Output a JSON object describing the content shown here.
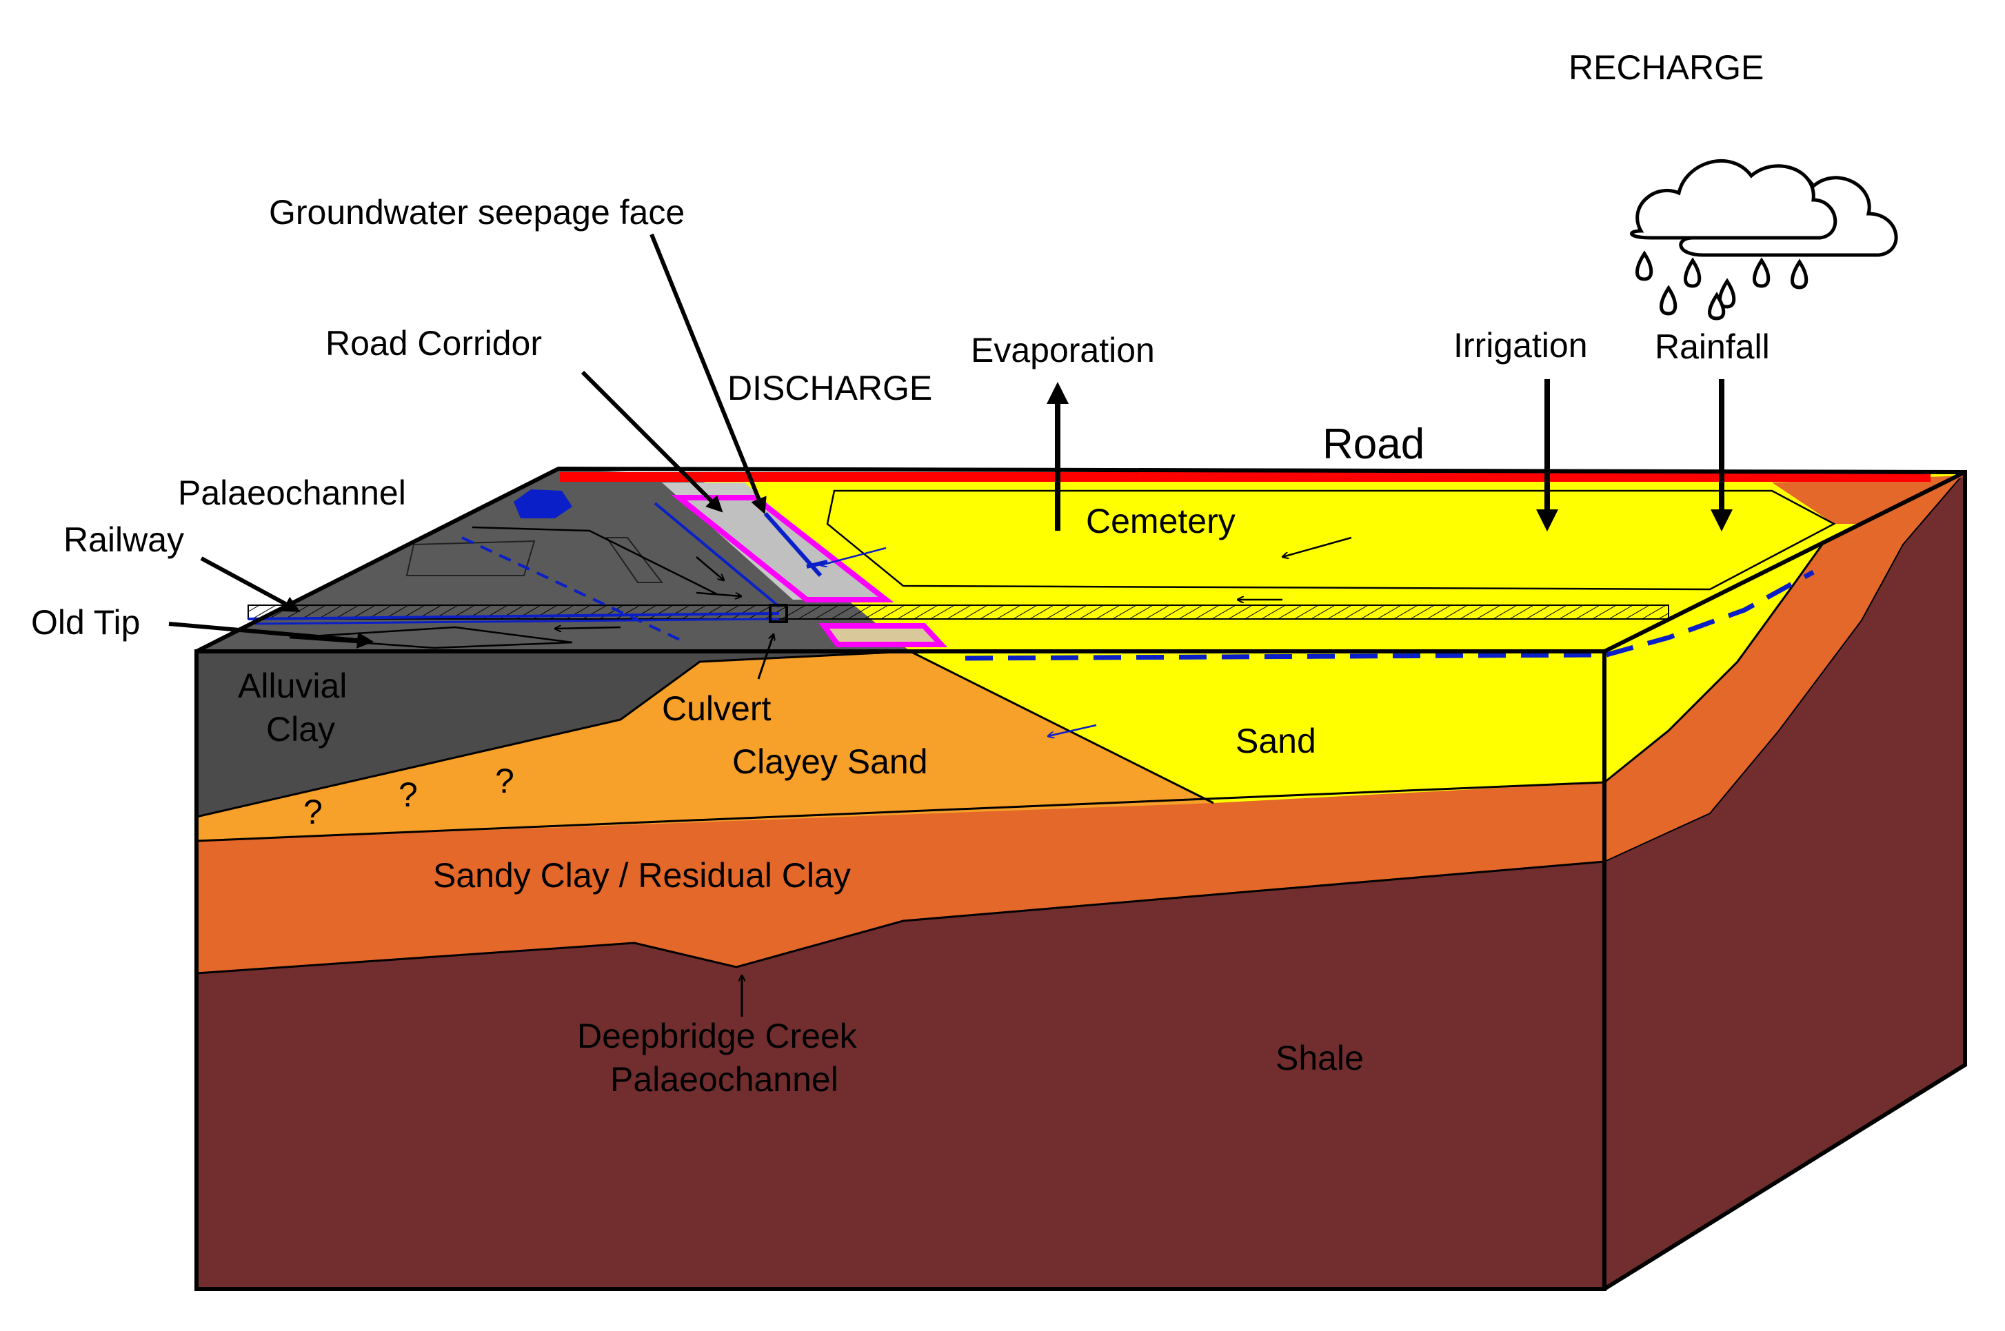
{
  "labels": {
    "recharge": "RECHARGE",
    "discharge": "DISCHARGE",
    "seepage_face": "Groundwater seepage face",
    "road_corridor": "Road Corridor",
    "evaporation": "Evaporation",
    "irrigation": "Irrigation",
    "rainfall": "Rainfall",
    "road": "Road",
    "palaeochannel": "Palaeochannel",
    "railway": "Railway",
    "old_tip": "Old Tip",
    "cemetery": "Cemetery",
    "alluvial_clay_line1": "Alluvial",
    "alluvial_clay_line2": "Clay",
    "culvert": "Culvert",
    "clayey_sand": "Clayey Sand",
    "sand": "Sand",
    "sandy_clay": "Sandy Clay / Residual Clay",
    "deepbridge_line1": "Deepbridge Creek",
    "deepbridge_line2": "Palaeochannel",
    "shale": "Shale",
    "unknown_marker": "?"
  },
  "colors": {
    "shale": "#722e2e",
    "sandy_clay": "#e5682b",
    "clayey_sand": "#f7a02a",
    "sand": "#ffff00",
    "alluvial_clay": "#4b4b4b",
    "surface_grey": "#5a5a5a",
    "road_red": "#ff0000",
    "corridor_pink": "#ff00ff",
    "corridor_fill": "#c8c8c8",
    "water_blue": "#0a1fc8",
    "outline": "#000000"
  },
  "icons": {
    "rain_cloud": "rain-cloud-icon"
  }
}
